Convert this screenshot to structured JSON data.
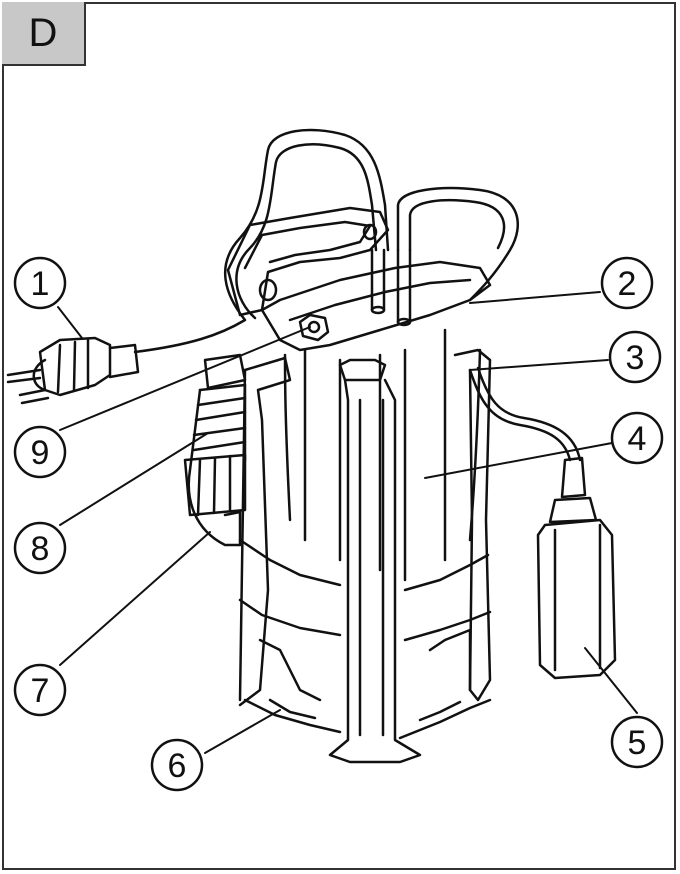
{
  "section_label": "D",
  "colors": {
    "line": "#111111",
    "label_fill": "#c8c8c8",
    "background": "#ffffff"
  },
  "callouts": [
    {
      "id": 1,
      "label": "1"
    },
    {
      "id": 2,
      "label": "2"
    },
    {
      "id": 3,
      "label": "3"
    },
    {
      "id": 4,
      "label": "4"
    },
    {
      "id": 5,
      "label": "5"
    },
    {
      "id": 6,
      "label": "6"
    },
    {
      "id": 7,
      "label": "7"
    },
    {
      "id": 8,
      "label": "8"
    },
    {
      "id": 9,
      "label": "9"
    }
  ]
}
